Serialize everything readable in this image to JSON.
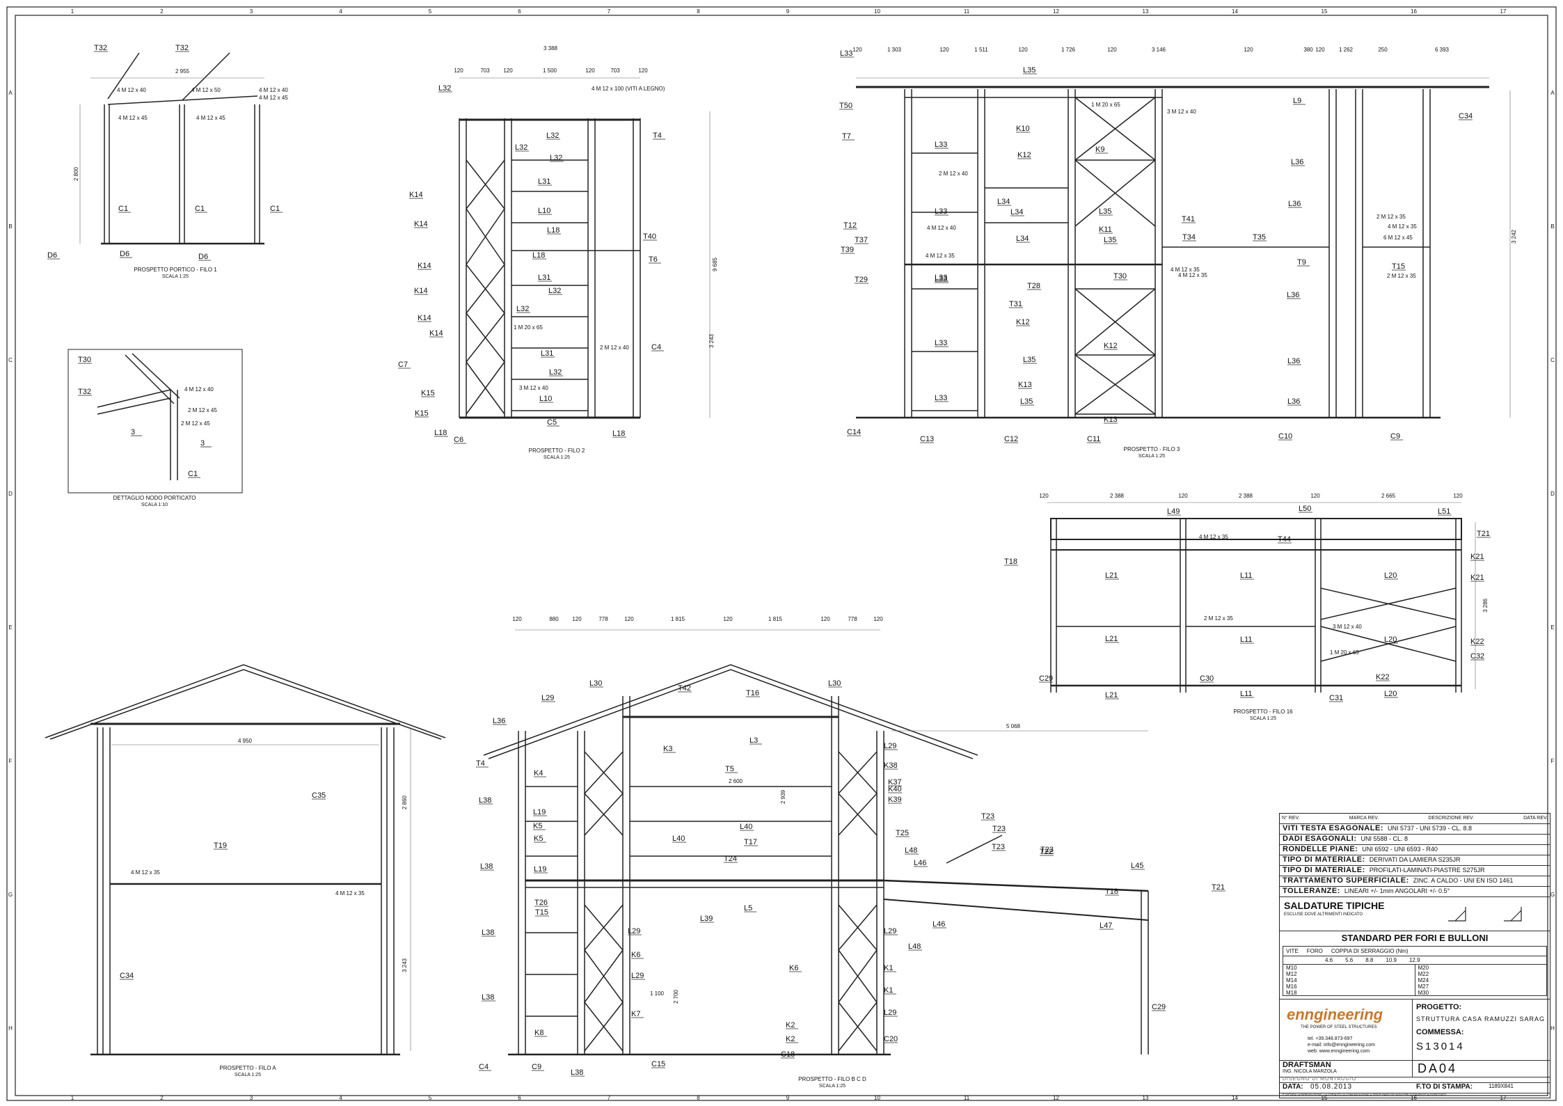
{
  "frame": {
    "columns": [
      "1",
      "2",
      "3",
      "4",
      "5",
      "6",
      "7",
      "8",
      "9",
      "10",
      "11",
      "12",
      "13",
      "14",
      "15",
      "16",
      "17"
    ],
    "rows": [
      "A",
      "B",
      "C",
      "D",
      "E",
      "F",
      "G",
      "H"
    ]
  },
  "views": {
    "portico": {
      "title": "PROSPETTO PORTICO - FILO 1",
      "scale": "SCALA 1:25",
      "dim_top": "2 955",
      "dim_h": "2 800",
      "labels": [
        "T32",
        "T32",
        "C1",
        "C1",
        "C1",
        "D6",
        "D6",
        "D6"
      ],
      "bolts": [
        "4 M 12 x 40",
        "4 M 12 x 50",
        "4 M 12 x 40",
        "4 M 12 x 45",
        "4 M 12 x 45",
        "4 M 12 x 45"
      ]
    },
    "detail": {
      "title": "DETTAGLIO NODO PORTICATO",
      "scale": "SCALA 1:10",
      "labels": [
        "T30",
        "T32",
        "3",
        "3",
        "C1"
      ],
      "bolts": [
        "4 M 12 x 40",
        "2 M 12 x 45",
        "2 M 12 x 45"
      ]
    },
    "filo2": {
      "title": "PROSPETTO - FILO 2",
      "scale": "SCALA 1:25",
      "dims": [
        "3 388",
        "120",
        "703",
        "120",
        "1 500",
        "120",
        "703",
        "120",
        "9 685",
        "3 243"
      ],
      "labels": [
        "L32",
        "L32",
        "L32",
        "L32",
        "T4",
        "K14",
        "K14",
        "K14",
        "K14",
        "K14",
        "K14",
        "L31",
        "L10",
        "L18",
        "T40",
        "L18",
        "T6",
        "L31",
        "L32",
        "L32",
        "L31",
        "L32",
        "C4",
        "C7",
        "K15",
        "K15",
        "L10",
        "C5",
        "L18",
        "L18",
        "C6"
      ],
      "bolts": [
        "4 M 12 x 100 (VITI A LEGNO)",
        "1 M 20 x 65",
        "2 M 12 x 40",
        "3 M 12 x 40"
      ]
    },
    "filo3": {
      "title": "PROSPETTO - FILO 3",
      "scale": "SCALA 1:25",
      "dims": [
        "120",
        "1 303",
        "120",
        "1 511",
        "120",
        "1 726",
        "120",
        "3 146",
        "120",
        "380",
        "120",
        "1 262",
        "250",
        "6 393",
        "3 242"
      ],
      "labels": [
        "L33",
        "L35",
        "L9",
        "T50",
        "K10",
        "C34",
        "T7",
        "L33",
        "K12",
        "K9",
        "L36",
        "L33",
        "L34",
        "L34",
        "L35",
        "L36",
        "T12",
        "L33",
        "K11",
        "T41",
        "T37",
        "L34",
        "L35",
        "T34",
        "T35",
        "T39",
        "T28",
        "T30",
        "T9",
        "T15",
        "T29",
        "L33",
        "L36",
        "T31",
        "K12",
        "L33",
        "K12",
        "L36",
        "L35",
        "K13",
        "L36",
        "L33",
        "L35",
        "K13",
        "C14",
        "C13",
        "C12",
        "C11",
        "C10",
        "C9"
      ],
      "bolts": [
        "1 M 20 x 65",
        "3 M 12 x 40",
        "2 M 12 x 40",
        "4 M 12 x 40",
        "4 M 12 x 35",
        "4 M 12 x 35",
        "2 M 12 x 35",
        "4 M 12 x 35",
        "6 M 12 x 45",
        "4 M 12 x 35",
        "2 M 12 x 35"
      ]
    },
    "filo16": {
      "title": "PROSPETTO - FILO 16",
      "scale": "SCALA 1:25",
      "dims": [
        "120",
        "2 388",
        "120",
        "2 388",
        "120",
        "2 665",
        "120",
        "3 286"
      ],
      "labels": [
        "L49",
        "L50",
        "L51",
        "T21",
        "T44",
        "T18",
        "K21",
        "L21",
        "L11",
        "L20",
        "K21",
        "L21",
        "L11",
        "L20",
        "K22",
        "C32",
        "K22",
        "C29",
        "C30",
        "L21",
        "L11",
        "C31",
        "L20"
      ],
      "bolts": [
        "4 M 12 x 35",
        "2 M 12 x 35",
        "3 M 12 x 40",
        "1 M 20 x 65"
      ]
    },
    "filoA": {
      "title": "PROSPETTO - FILO A",
      "scale": "SCALA 1:25",
      "dims": [
        "4 950",
        "2 860",
        "3 243"
      ],
      "labels": [
        "C35",
        "T19",
        "C34"
      ],
      "bolts": [
        "4 M 12 x 35",
        "4 M 12 x 35"
      ]
    },
    "filoBCD": {
      "title": "PROSPETTO - FILO B C D",
      "scale": "SCALA 1:25",
      "dims": [
        "120",
        "880",
        "120",
        "778",
        "120",
        "1 815",
        "120",
        "1 815",
        "120",
        "778",
        "120",
        "2 600",
        "2 939",
        "5 068",
        "2 700",
        "1 100"
      ],
      "labels": [
        "L30",
        "L30",
        "T42",
        "T16",
        "L29",
        "L36",
        "L3",
        "L29",
        "T4",
        "K4",
        "K3",
        "T5",
        "K38",
        "L38",
        "K37",
        "K40",
        "L19",
        "K39",
        "K5",
        "L40",
        "T23",
        "K5",
        "L40",
        "T23",
        "L38",
        "T17",
        "T25",
        "L19",
        "T24",
        "L48",
        "T23",
        "L46",
        "T23",
        "T22",
        "T26",
        "L45",
        "T15",
        "L5",
        "T18",
        "T21",
        "L38",
        "L39",
        "L29",
        "L29",
        "L46",
        "L47",
        "L48",
        "K6",
        "K6",
        "K1",
        "K1",
        "L29",
        "L38",
        "K7",
        "L29",
        "K2",
        "K2",
        "C29",
        "K8",
        "C20",
        "C18",
        "C4",
        "C9",
        "L38",
        "C15"
      ]
    }
  },
  "title_block": {
    "revision_header": [
      "N° REV.",
      "MARCA REV.",
      "DESCRIZIONE REV.",
      "DATA REV."
    ],
    "specs": [
      {
        "label": "VITI TESTA ESAGONALE:",
        "value": "UNI 5737 - UNI 5739 - CL. 8.8"
      },
      {
        "label": "DADI ESAGONALI:",
        "value": "UNI 5588 - CL. 8"
      },
      {
        "label": "RONDELLE PIANE:",
        "value": "UNI 6592 - UNI 6593 - R40"
      },
      {
        "label": "TIPO DI MATERIALE:",
        "value": "DERIVATI DA LAMIERA S235JR"
      },
      {
        "label": "TIPO DI MATERIALE:",
        "value": "PROFILATI-LAMINATI-PIASTRE S275JR"
      },
      {
        "label": "TRATTAMENTO SUPERFICIALE:",
        "value": "ZINC. A CALDO - UNI EN ISO 1461"
      },
      {
        "label": "TOLLERANZE:",
        "value": "LINEARI +/- 1mm ANGOLARI +/- 0.5°"
      }
    ],
    "welds_title": "SALDATURE TIPICHE",
    "welds_note": "ESCLUSE DOVE ALTRIMENTI INDICATO",
    "bolt_standard_title": "STANDARD PER FORI E BULLONI",
    "bolt_table_headers": [
      "VITE",
      "FORO",
      "COPPIA DI SERRAGGIO (Nm)"
    ],
    "bolt_classes": [
      "4.6",
      "5.6",
      "8.8",
      "10.9",
      "12.9"
    ],
    "bolt_rows_left": [
      "M10",
      "M12",
      "M14",
      "M16",
      "M18"
    ],
    "bolt_rows_right": [
      "M20",
      "M22",
      "M24",
      "M27",
      "M30"
    ],
    "company": "enngineering",
    "company_tagline": "THE POWER OF STEEL STRUCTURES",
    "company_contacts": [
      "tel. +39.348.873-697",
      "e-mail: info@enngineering.com",
      "web: www.enngineering.com"
    ],
    "project_label": "PROGETTO:",
    "project_value": "STRUTTURA CASA RAMUZZI SARAG",
    "order_label": "COMMESSA:",
    "order_value": "S13014",
    "draftsman_label": "DRAFTSMAN",
    "draftsman_value": "ING. NICOLA MARZOLA",
    "drawing_code": "DA04",
    "drawing_type": "DISEGNO DI MONTAGGIO",
    "date_label": "DATA:",
    "date_value": "05.08.2013",
    "print_label": "F.TO DI STAMPA:",
    "print_value": "1189X841",
    "footer_note": "È VIETATA LA RIPRODUZIONE, LA COPIA ED LA COMUNICAZIONE A TERZE PARTI SE NON ESPLICITAMENTE AUTORIZZATO"
  }
}
